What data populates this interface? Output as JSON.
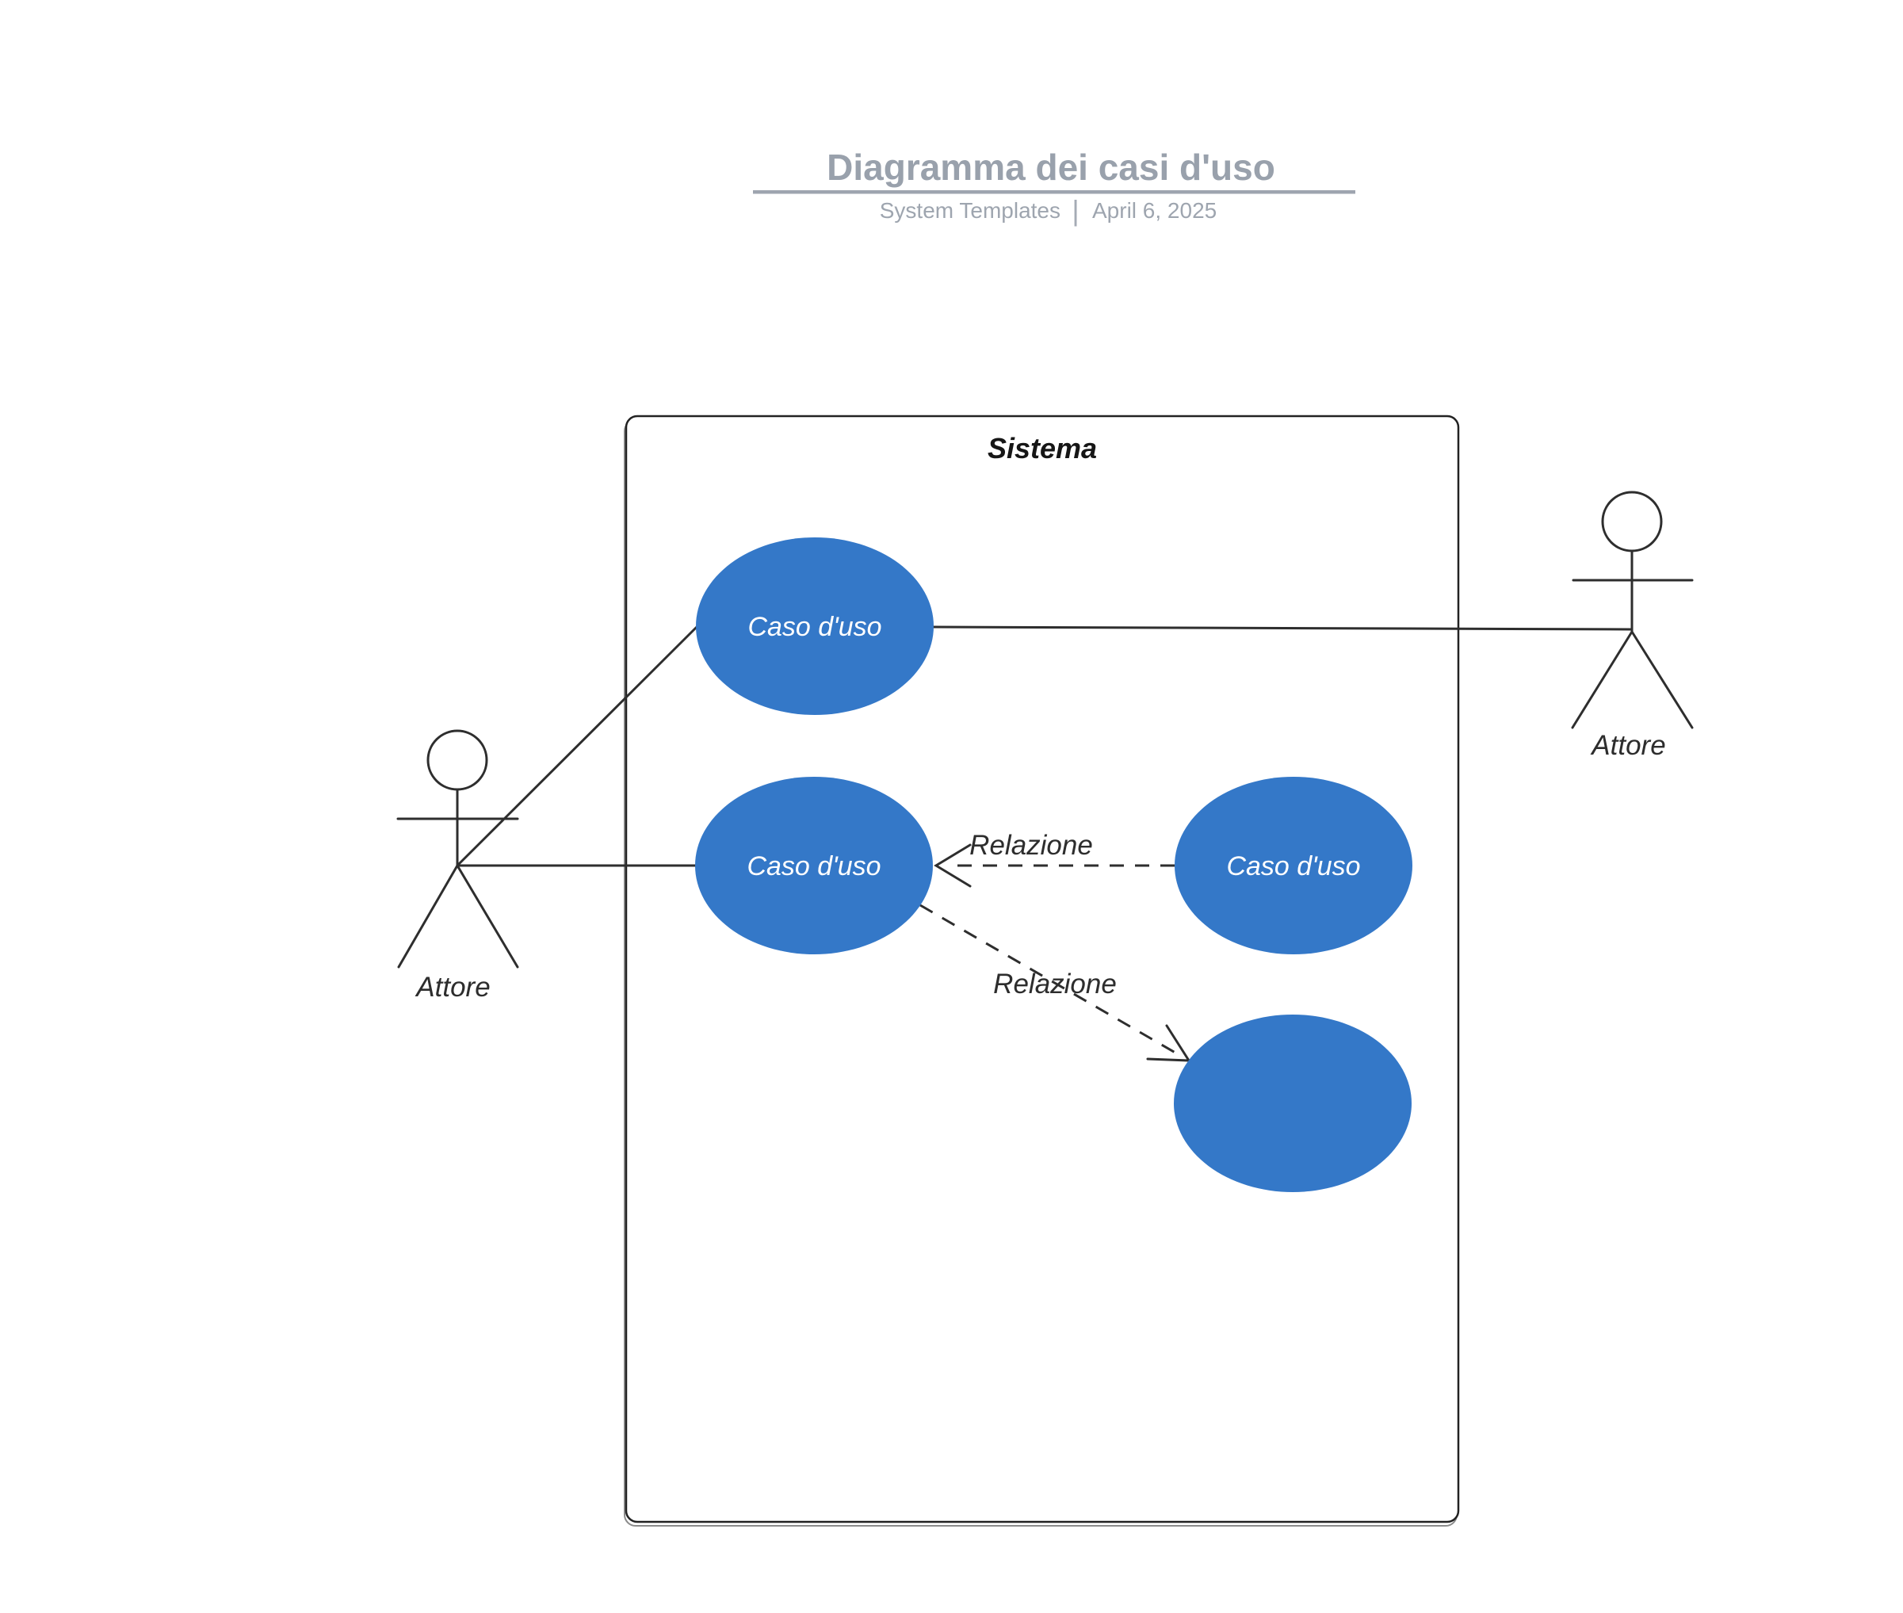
{
  "header": {
    "title": "Diagramma dei casi d'uso",
    "subtitle": {
      "left": "System Templates",
      "separator": "|",
      "right": "April 6, 2025"
    }
  },
  "colors": {
    "use_case_fill": "#3478C8",
    "line": "#2E2E2E",
    "title_text": "#99A1AC",
    "subtitle_text": "#9EA5AF"
  },
  "system": {
    "label": "Sistema"
  },
  "use_cases": [
    {
      "label": "Caso d'uso"
    },
    {
      "label": "Caso d'uso"
    },
    {
      "label": "Caso d'uso"
    },
    {
      "label": ""
    }
  ],
  "actors": [
    {
      "label": "Attore"
    },
    {
      "label": "Attore"
    }
  ],
  "relations": [
    {
      "label": "Relazione"
    },
    {
      "label": "Relazione"
    }
  ]
}
